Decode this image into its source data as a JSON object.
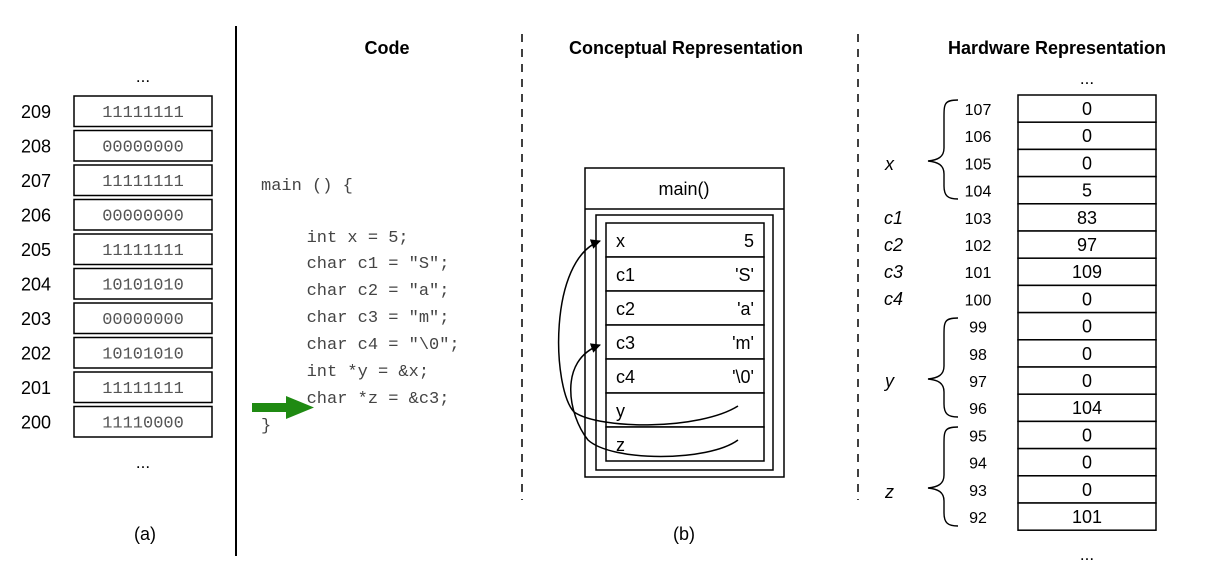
{
  "panel_a": {
    "ellipsis_top": "...",
    "ellipsis_bottom": "...",
    "rows": [
      {
        "address": "209",
        "bits": "11111111"
      },
      {
        "address": "208",
        "bits": "00000000"
      },
      {
        "address": "207",
        "bits": "11111111"
      },
      {
        "address": "206",
        "bits": "00000000"
      },
      {
        "address": "205",
        "bits": "11111111"
      },
      {
        "address": "204",
        "bits": "10101010"
      },
      {
        "address": "203",
        "bits": "00000000"
      },
      {
        "address": "202",
        "bits": "10101010"
      },
      {
        "address": "201",
        "bits": "11111111"
      },
      {
        "address": "200",
        "bits": "11110000"
      }
    ],
    "caption": "(a)"
  },
  "code": {
    "heading": "Code",
    "lines": [
      "main () {",
      "",
      "   int x = 5;",
      "   char c1 = \"S\";",
      "   char c2 = \"a\";",
      "   char c3 = \"m\";",
      "   char c4 = \"\\0\";",
      "   int *y = &x;",
      "   char *z = &c3;",
      "}"
    ],
    "arrow_color": "#1f8a12"
  },
  "conceptual": {
    "heading": "Conceptual Representation",
    "frame_label": "main()",
    "vars": [
      {
        "name": "x",
        "value": "5"
      },
      {
        "name": "c1",
        "value": "'S'"
      },
      {
        "name": "c2",
        "value": "'a'"
      },
      {
        "name": "c3",
        "value": "'m'"
      },
      {
        "name": "c4",
        "value": "'\\0'"
      },
      {
        "name": "y",
        "value": ""
      },
      {
        "name": "z",
        "value": ""
      }
    ],
    "caption": "(b)"
  },
  "hardware": {
    "heading": "Hardware Representation",
    "ellipsis_top": "...",
    "ellipsis_bottom": "...",
    "rows": [
      {
        "address": "107",
        "value": "0"
      },
      {
        "address": "106",
        "value": "0"
      },
      {
        "address": "105",
        "value": "0"
      },
      {
        "address": "104",
        "value": "5"
      },
      {
        "address": "103",
        "value": "83"
      },
      {
        "address": "102",
        "value": "97"
      },
      {
        "address": "101",
        "value": "109"
      },
      {
        "address": "100",
        "value": "0"
      },
      {
        "address": "99",
        "value": "0"
      },
      {
        "address": "98",
        "value": "0"
      },
      {
        "address": "97",
        "value": "0"
      },
      {
        "address": "96",
        "value": "104"
      },
      {
        "address": "95",
        "value": "0"
      },
      {
        "address": "94",
        "value": "0"
      },
      {
        "address": "93",
        "value": "0"
      },
      {
        "address": "92",
        "value": "101"
      }
    ],
    "group_labels": [
      "x",
      "y",
      "z"
    ],
    "single_labels": [
      "c1",
      "c2",
      "c3",
      "c4"
    ]
  }
}
